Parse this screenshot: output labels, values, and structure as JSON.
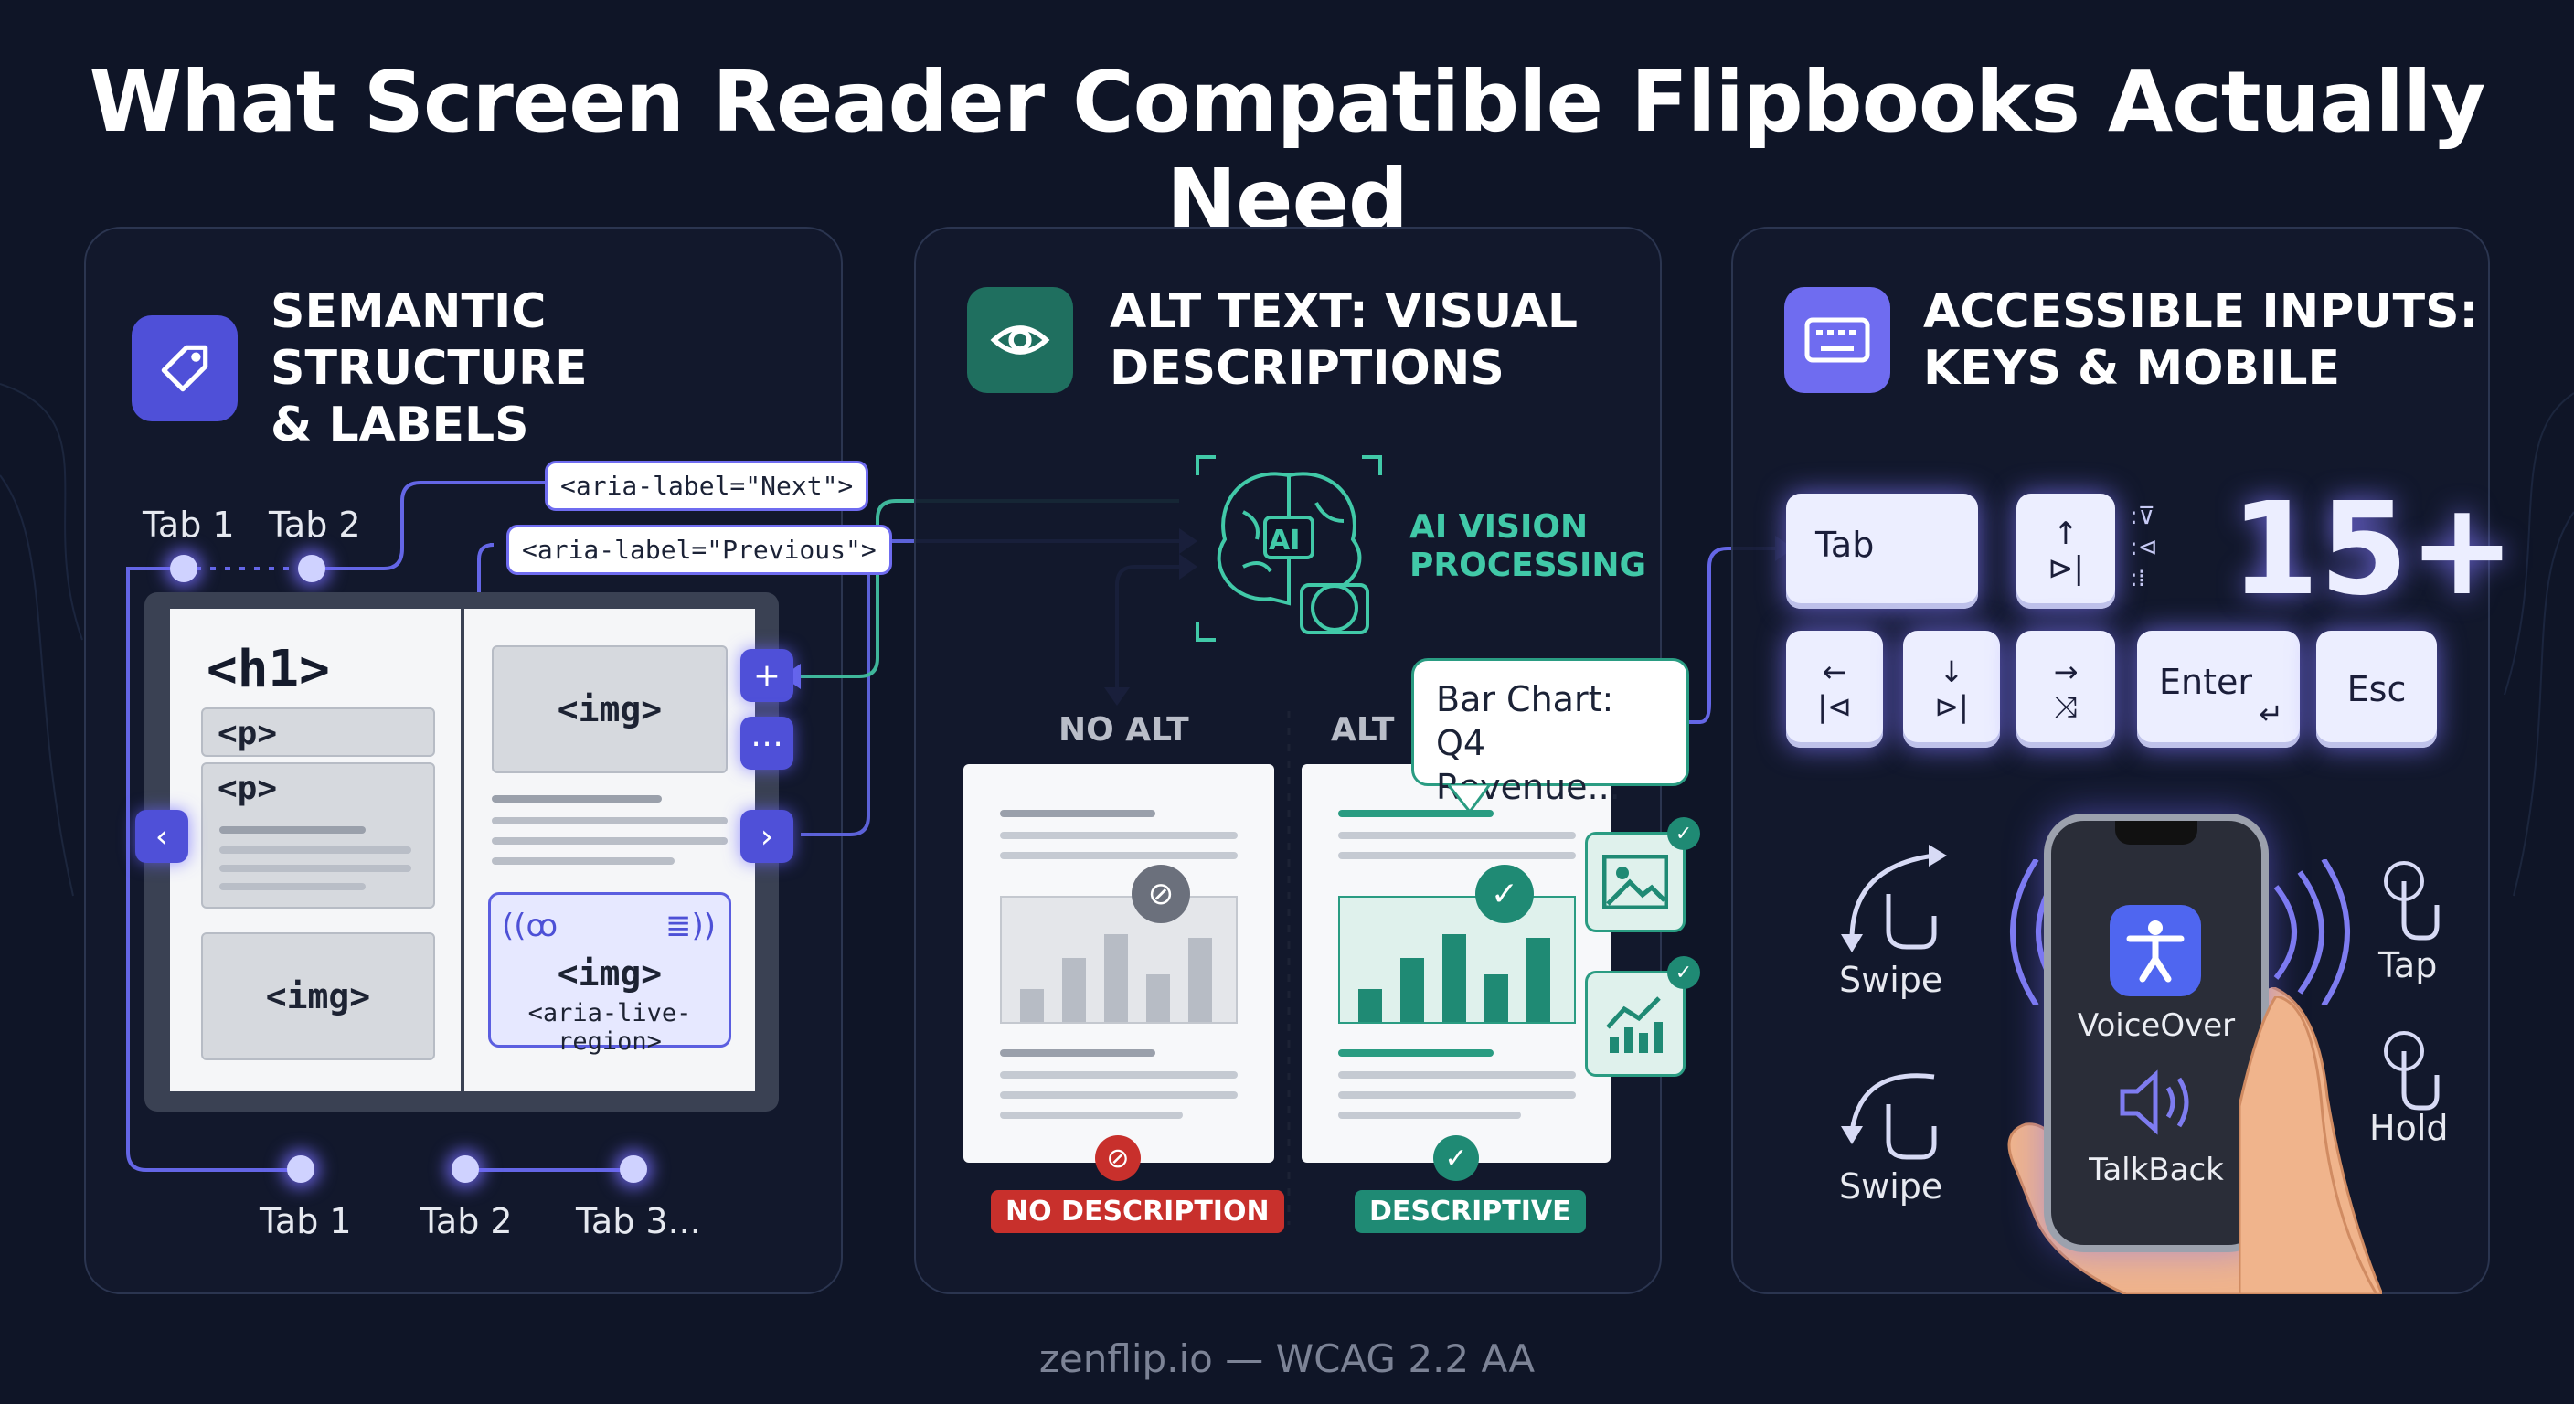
{
  "title": "What Screen Reader Compatible Flipbooks Actually Need",
  "footer": "zenflip.io — WCAG 2.2 AA",
  "panel1": {
    "heading_line1": "SEMANTIC STRUCTURE",
    "heading_line2": "& LABELS",
    "icon": "tag-icon",
    "aria_next": "<aria-label=\"Next\">",
    "aria_prev": "<aria-label=\"Previous\">",
    "top_tabs": [
      "Tab 1",
      "Tab 2"
    ],
    "bottom_tabs": [
      "Tab 1",
      "Tab 2",
      "Tab 3..."
    ],
    "left_page": {
      "h1": "<h1>",
      "p1": "<p>",
      "p2": "<p>",
      "img": "<img>"
    },
    "right_page": {
      "img": "<img>",
      "live_img": "<img>",
      "live_region": "<aria-live-region>"
    }
  },
  "panel2": {
    "heading_line1": "ALT TEXT: VISUAL",
    "heading_line2": "DESCRIPTIONS",
    "icon": "eye-icon",
    "ai_line1": "AI VISION",
    "ai_line2": "PROCESSING",
    "ai_chip": "AI",
    "no_alt": "NO ALT",
    "alt": "ALT",
    "bubble_line1": "Bar Chart:",
    "bubble_line2": "Q4 Revenue...",
    "no_desc_tag": "NO DESCRIPTION",
    "desc_tag": "DESCRIPTIVE"
  },
  "panel3": {
    "heading_line1": "ACCESSIBLE INPUTS:",
    "heading_line2": "KEYS & MOBILE",
    "icon": "keyboard-icon",
    "count": "15+",
    "keys": {
      "tab": "Tab",
      "enter": "Enter",
      "esc": "Esc"
    },
    "gestures": {
      "swipe1": "Swipe",
      "swipe2": "Swipe",
      "tap": "Tap",
      "hold": "Hold"
    },
    "phone": {
      "voiceover": "VoiceOver",
      "talkback": "TalkBack"
    }
  },
  "colors": {
    "background": "#0f1527",
    "indigo": "#4f50d8",
    "teal": "#1f8a74",
    "red": "#c8302c"
  }
}
